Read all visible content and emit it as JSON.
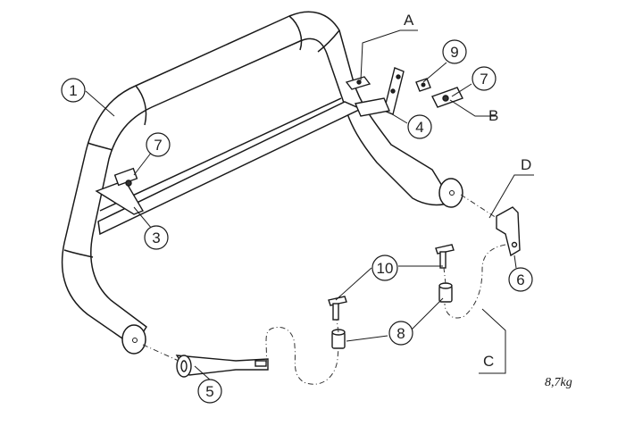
{
  "callouts": [
    {
      "id": "c1",
      "label": "1"
    },
    {
      "id": "c7a",
      "label": "7"
    },
    {
      "id": "c3",
      "label": "3"
    },
    {
      "id": "c9",
      "label": "9"
    },
    {
      "id": "c7b",
      "label": "7"
    },
    {
      "id": "c4",
      "label": "4"
    },
    {
      "id": "c6",
      "label": "6"
    },
    {
      "id": "c10",
      "label": "10"
    },
    {
      "id": "c8",
      "label": "8"
    },
    {
      "id": "c5",
      "label": "5"
    }
  ],
  "letters": [
    {
      "id": "A",
      "label": "A"
    },
    {
      "id": "B",
      "label": "B"
    },
    {
      "id": "C",
      "label": "C"
    },
    {
      "id": "D",
      "label": "D"
    }
  ],
  "weight": "8,7kg"
}
